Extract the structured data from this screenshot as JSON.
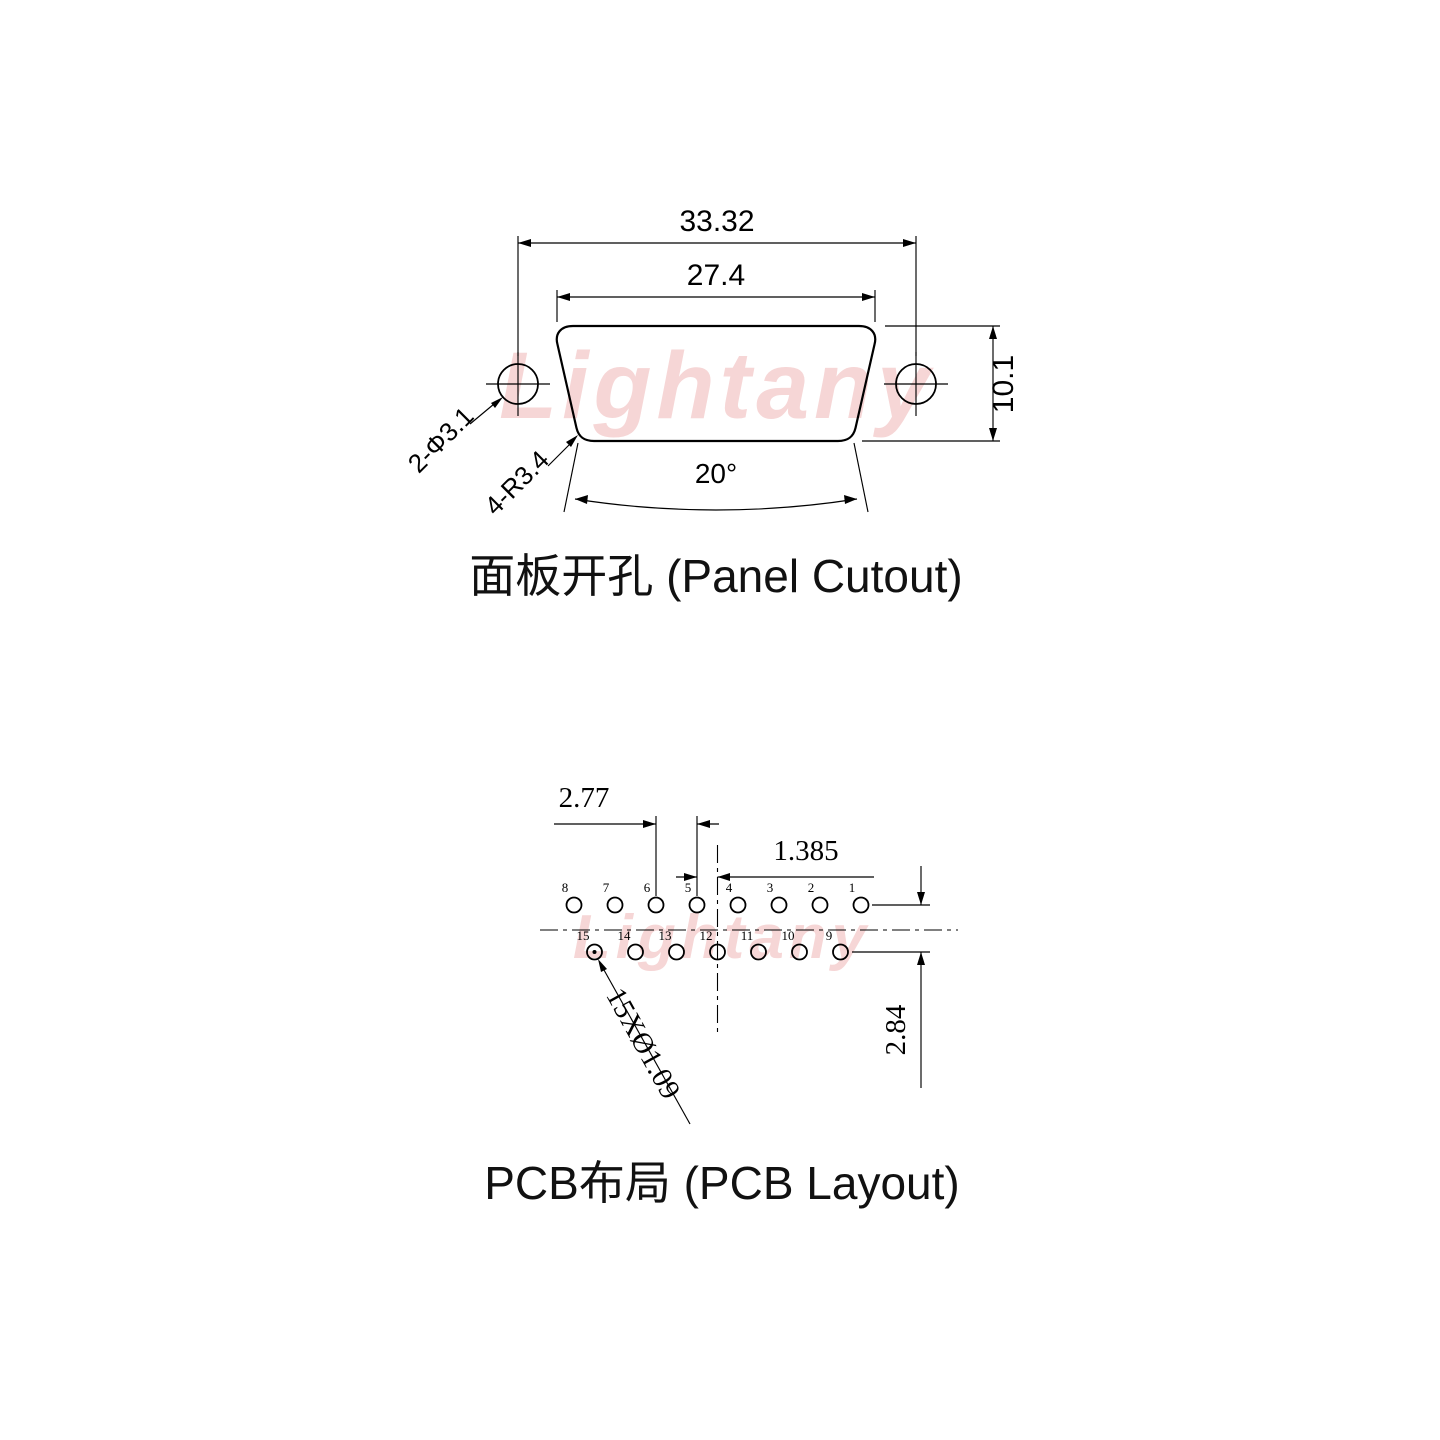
{
  "watermark": {
    "text": "Lightany",
    "color": "#f6d6d6"
  },
  "panel_cutout": {
    "title": "面板开孔 (Panel Cutout)",
    "dims": {
      "width_outer": "33.32",
      "width_inner": "27.4",
      "height": "10.1",
      "angle": "20°",
      "mount_holes": "2-Φ3.1",
      "corner_radius": "4-R3.4"
    }
  },
  "pcb_layout": {
    "title": "PCB布局 (PCB Layout)",
    "dims": {
      "pitch": "2.77",
      "half_pitch": "1.385",
      "row_spacing": "2.84",
      "hole_spec": "15XØ1.09"
    },
    "pins": {
      "top_row": [
        "8",
        "7",
        "6",
        "5",
        "4",
        "3",
        "2",
        "1"
      ],
      "bottom_row": [
        "15",
        "14",
        "13",
        "12",
        "11",
        "10",
        "9"
      ]
    }
  }
}
